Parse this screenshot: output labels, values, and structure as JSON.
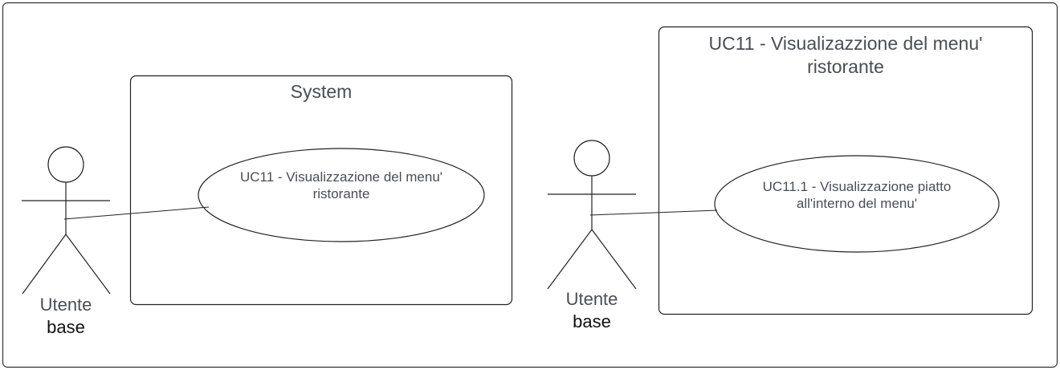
{
  "left_diagram": {
    "system_boundary_title": "System",
    "use_case_line1": "UC11 - Visualizzazione del menu'",
    "use_case_line2": "ristorante",
    "actor_label_line1": "Utente",
    "actor_label_line2": "base"
  },
  "right_diagram": {
    "boundary_title_line1": "UC11 - Visualizazzione del menu'",
    "boundary_title_line2": "ristorante",
    "use_case_line1": "UC11.1 - Visualizzazione piatto",
    "use_case_line2": "all'interno del menu'",
    "actor_label_line1": "Utente",
    "actor_label_line2": "base"
  },
  "colors": {
    "stroke": "#333333",
    "text": "#4a4d52",
    "text_dark": "#111111",
    "background": "#ffffff"
  }
}
